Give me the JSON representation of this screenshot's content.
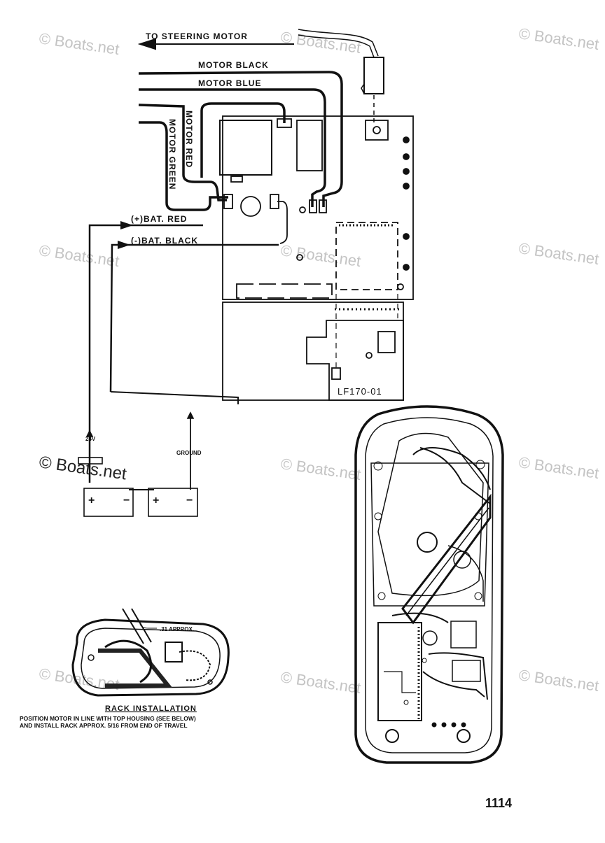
{
  "labels": {
    "to_steering_motor": "TO STEERING MOTOR",
    "motor_black": "MOTOR BLACK",
    "motor_blue": "MOTOR BLUE",
    "motor_red": "MOTOR RED",
    "motor_green": "MOTOR GREEN",
    "bat_red": "(+)BAT. RED",
    "bat_black": "(-)BAT. BLACK",
    "board_code": "LF170-01",
    "voltage": "24V",
    "ground": "GROUND",
    "plus": "+",
    "minus": "−",
    "approx": ".31 APPROX.",
    "rack_title": "RACK INSTALLATION",
    "rack_line1": "POSITION MOTOR IN LINE WITH TOP HOUSING (SEE BELOW)",
    "rack_line2": "AND INSTALL RACK APPROX. 5/16 FROM END OF TRAVEL"
  },
  "watermark": "© Boats.net",
  "page_number": "1114",
  "colors": {
    "line": "#111111",
    "watermark": "#c4c4c4",
    "background": "#ffffff"
  }
}
